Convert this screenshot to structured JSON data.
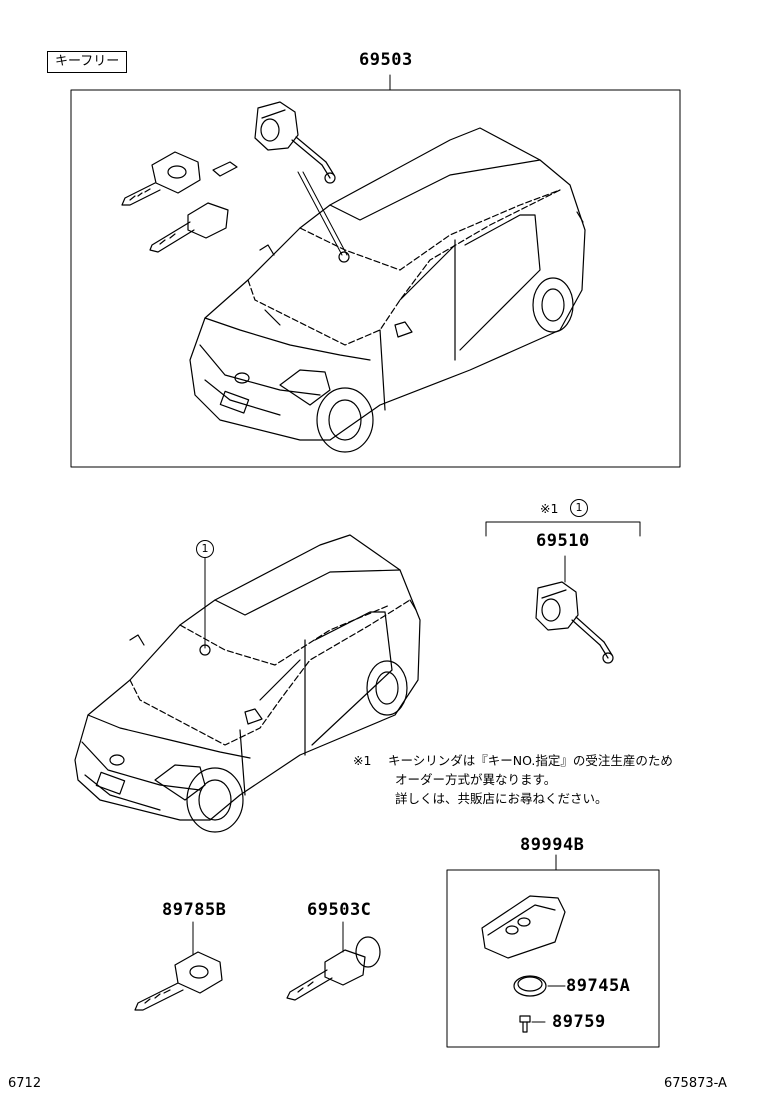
{
  "header_tag": "キーフリー",
  "parts": {
    "p69503": "69503",
    "p69510": "69510",
    "p89994b": "89994B",
    "p89785b": "89785B",
    "p69503c": "69503C",
    "p89745a": "89745A",
    "p89759": "89759"
  },
  "callout": {
    "ref_mark": "※1",
    "circle_num": "1"
  },
  "note": {
    "mark": "※1",
    "line1": "キーシリンダは『キーNO.指定』の受注生産のため",
    "line2": "オーダー方式が異なります。",
    "line3": "詳しくは、共販店にお尋ねください。"
  },
  "footer": {
    "left": "6712",
    "right": "675873-A"
  }
}
